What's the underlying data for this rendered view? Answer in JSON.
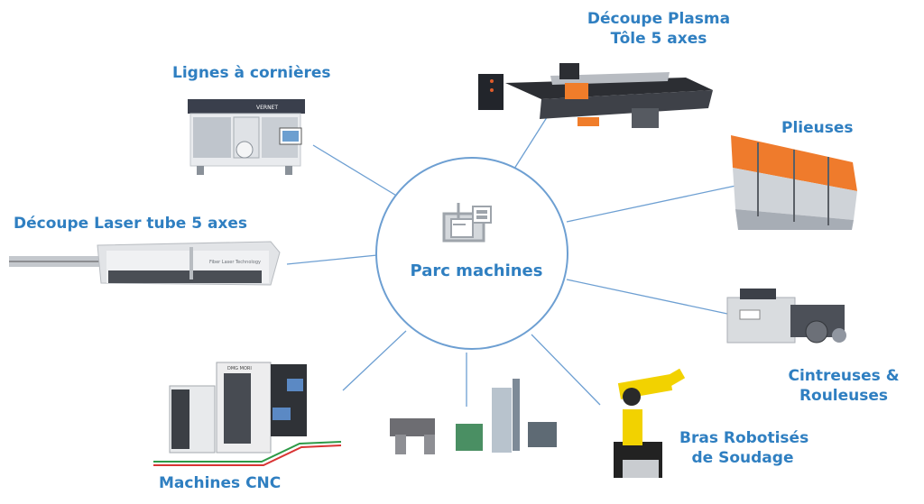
{
  "hub": {
    "title": "Parc machines",
    "icon": "cnc-machine-icon",
    "circle_color": "#6d9fd2"
  },
  "accent_color": "#2f7fc1",
  "nodes": [
    {
      "id": "lignes-corniere",
      "label": "Lignes à cornières"
    },
    {
      "id": "decoupe-plasma",
      "label_line1": "Découpe Plasma",
      "label_line2": "Tôle 5 axes"
    },
    {
      "id": "plieuses",
      "label": "Plieuses"
    },
    {
      "id": "decoupe-laser",
      "label": "Découpe Laser tube 5 axes"
    },
    {
      "id": "cintreuses",
      "label_line1": "Cintreuses &",
      "label_line2": "Rouleuses"
    },
    {
      "id": "bras-robotises",
      "label_line1": "Bras Robotisés",
      "label_line2": "de Soudage"
    },
    {
      "id": "machines-cnc",
      "label": "Machines CNC"
    },
    {
      "id": "lignes-production",
      "label": ""
    }
  ],
  "machine_texts": {
    "vernet": "VERNET",
    "laser_brand": "Fiber Laser Technology",
    "cnc_brand": "DMG MORI"
  }
}
